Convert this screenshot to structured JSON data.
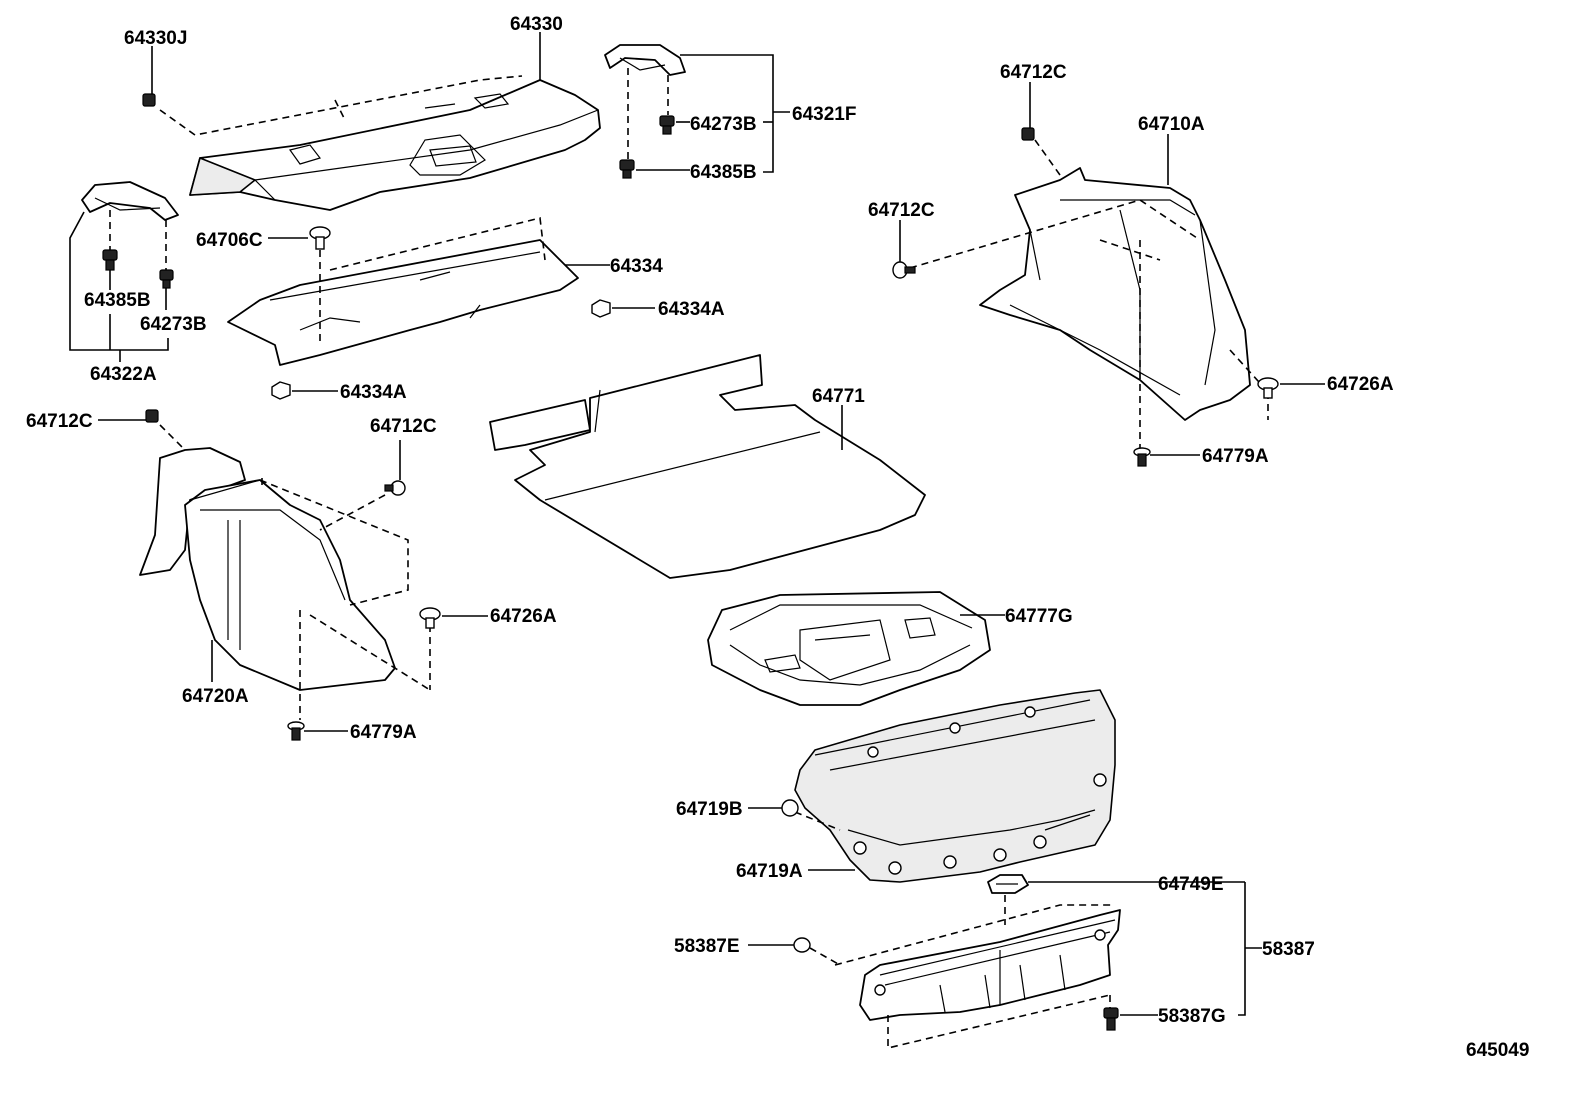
{
  "diagram_id": "645049",
  "labels": {
    "p64330J": "64330J",
    "p64330": "64330",
    "p64321F": "64321F",
    "p64273B_top": "64273B",
    "p64385B_top": "64385B",
    "p64712C_tr": "64712C",
    "p64710A": "64710A",
    "p64712C_mr": "64712C",
    "p64706C": "64706C",
    "p64334": "64334",
    "p64334A_r": "64334A",
    "p64385B_l": "64385B",
    "p64273B_l": "64273B",
    "p64322A": "64322A",
    "p64334A_l": "64334A",
    "p64712C_l": "64712C",
    "p64712C_c": "64712C",
    "p64771": "64771",
    "p64726A_r": "64726A",
    "p64779A_r": "64779A",
    "p64726A_l": "64726A",
    "p64720A": "64720A",
    "p64779A_l": "64779A",
    "p64777G": "64777G",
    "p64719B": "64719B",
    "p64719A": "64719A",
    "p64749E": "64749E",
    "p58387E": "58387E",
    "p58387": "58387",
    "p58387G": "58387G"
  }
}
